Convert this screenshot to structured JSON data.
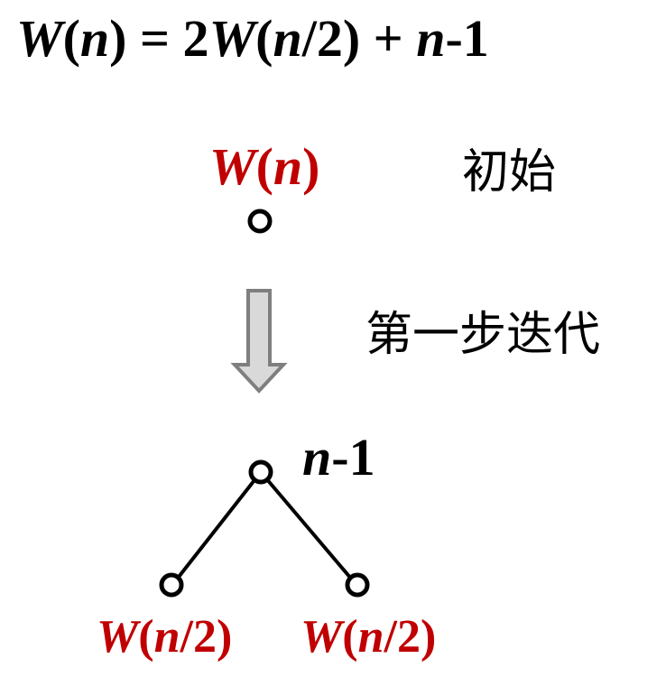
{
  "equation": {
    "w1": "W",
    "p1": "(",
    "n1": "n",
    "p2": ")",
    "eq": " = 2",
    "w2": "W",
    "p3": "(",
    "n2": "n",
    "tail1": "/2) + ",
    "n3": "n",
    "tail2": "-1"
  },
  "root": {
    "w": "W",
    "open": "(",
    "n": "n",
    "close": ")"
  },
  "initial_label": "初始",
  "step_label": "第一步迭代",
  "cost": {
    "n": "n",
    "rest": "-1"
  },
  "left_child": {
    "w": "W",
    "open": "(",
    "n": "n",
    "rest": "/2)"
  },
  "right_child": {
    "w": "W",
    "open": "(",
    "n": "n",
    "rest": "/2)"
  },
  "colors": {
    "highlight": "#c00000",
    "arrow_fill": "#d9d9d9",
    "arrow_stroke": "#7f7f7f",
    "ink": "#000000"
  }
}
